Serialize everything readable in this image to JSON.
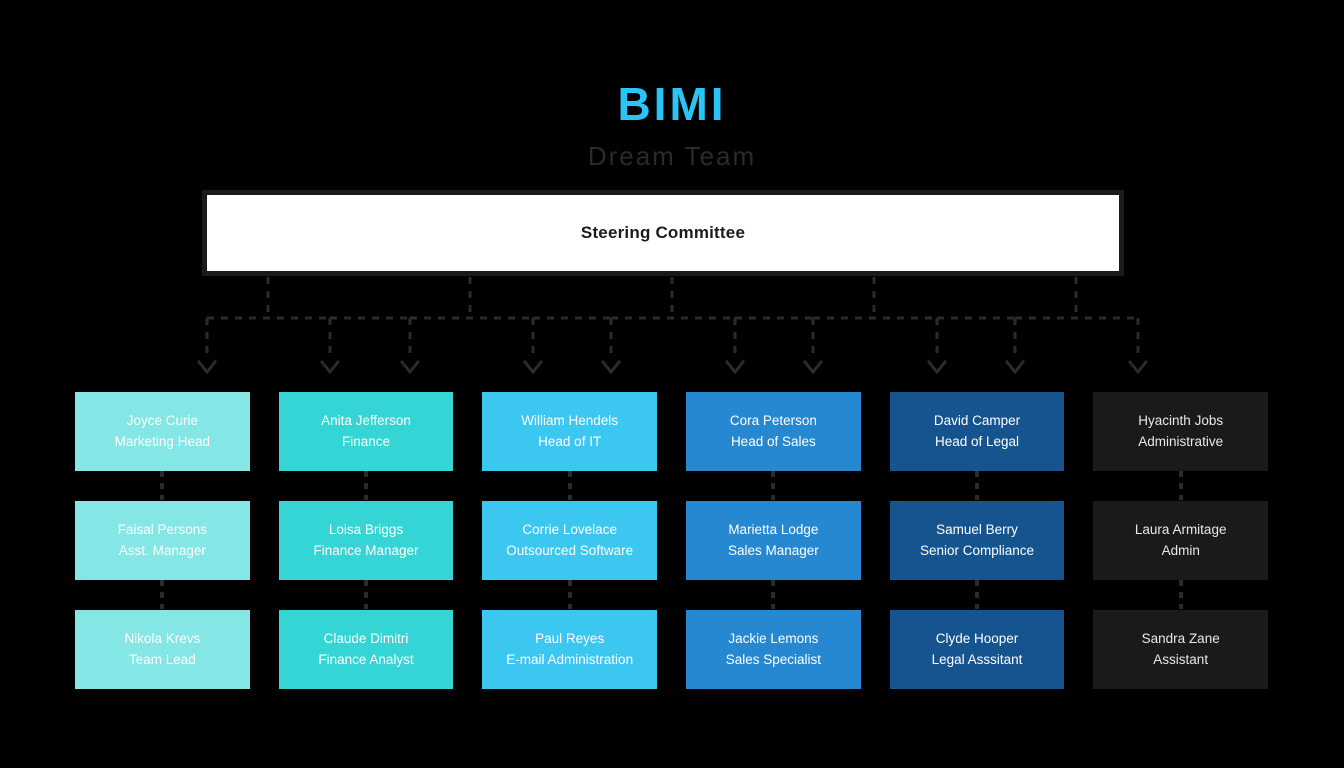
{
  "header": {
    "brand": "BIMI",
    "subtitle": "Dream Team",
    "brand_color": "#29c5f6",
    "subtitle_color": "#2a2a2a"
  },
  "root": {
    "label": "Steering Committee",
    "fill": "#ffffff",
    "border": "#1a1a1a",
    "text_color": "#1c1c1c"
  },
  "columns": [
    {
      "key": "marketing",
      "color": "#85e6e6"
    },
    {
      "key": "finance",
      "color": "#35d5d5"
    },
    {
      "key": "it",
      "color": "#3cc7f0"
    },
    {
      "key": "sales",
      "color": "#2688d0"
    },
    {
      "key": "legal",
      "color": "#15548f"
    },
    {
      "key": "admin",
      "color": "#1a1a1a"
    }
  ],
  "rows": [
    {
      "level": "heads",
      "cards": [
        {
          "name": "Joyce Curie",
          "role": "Marketing Head",
          "color": "#85e6e6",
          "dark": false
        },
        {
          "name": "Anita Jefferson",
          "role": "Finance",
          "color": "#35d5d5",
          "dark": false
        },
        {
          "name": "William Hendels",
          "role": "Head of IT",
          "color": "#3cc7f0",
          "dark": false
        },
        {
          "name": "Cora Peterson",
          "role": "Head of Sales",
          "color": "#2688d0",
          "dark": false
        },
        {
          "name": "David Camper",
          "role": "Head of Legal",
          "color": "#15548f",
          "dark": false
        },
        {
          "name": "Hyacinth Jobs",
          "role": "Administrative",
          "color": "#1a1a1a",
          "dark": true
        }
      ]
    },
    {
      "level": "managers",
      "cards": [
        {
          "name": "Faisal Persons",
          "role": "Asst. Manager",
          "color": "#85e6e6",
          "dark": false
        },
        {
          "name": "Loisa Briggs",
          "role": "Finance Manager",
          "color": "#35d5d5",
          "dark": false
        },
        {
          "name": "Corrie Lovelace",
          "role": "Outsourced Software",
          "color": "#3cc7f0",
          "dark": false
        },
        {
          "name": "Marietta Lodge",
          "role": "Sales Manager",
          "color": "#2688d0",
          "dark": false
        },
        {
          "name": "Samuel Berry",
          "role": "Senior Compliance",
          "color": "#15548f",
          "dark": false
        },
        {
          "name": "Laura Armitage",
          "role": "Admin",
          "color": "#1a1a1a",
          "dark": true
        }
      ]
    },
    {
      "level": "staff",
      "cards": [
        {
          "name": "Nikola Krevs",
          "role": "Team Lead",
          "color": "#85e6e6",
          "dark": false
        },
        {
          "name": "Claude Dimitri",
          "role": "Finance Analyst",
          "color": "#35d5d5",
          "dark": false
        },
        {
          "name": "Paul Reyes",
          "role": "E-mail Administration",
          "color": "#3cc7f0",
          "dark": false
        },
        {
          "name": "Jackie Lemons",
          "role": "Sales Specialist",
          "color": "#2688d0",
          "dark": false
        },
        {
          "name": "Clyde Hooper",
          "role": "Legal Asssitant",
          "color": "#15548f",
          "dark": false
        },
        {
          "name": "Sandra Zane",
          "role": "Assistant",
          "color": "#1a1a1a",
          "dark": true
        }
      ]
    }
  ],
  "connectors": {
    "color": "#2b2b2b",
    "style": "dashed"
  }
}
